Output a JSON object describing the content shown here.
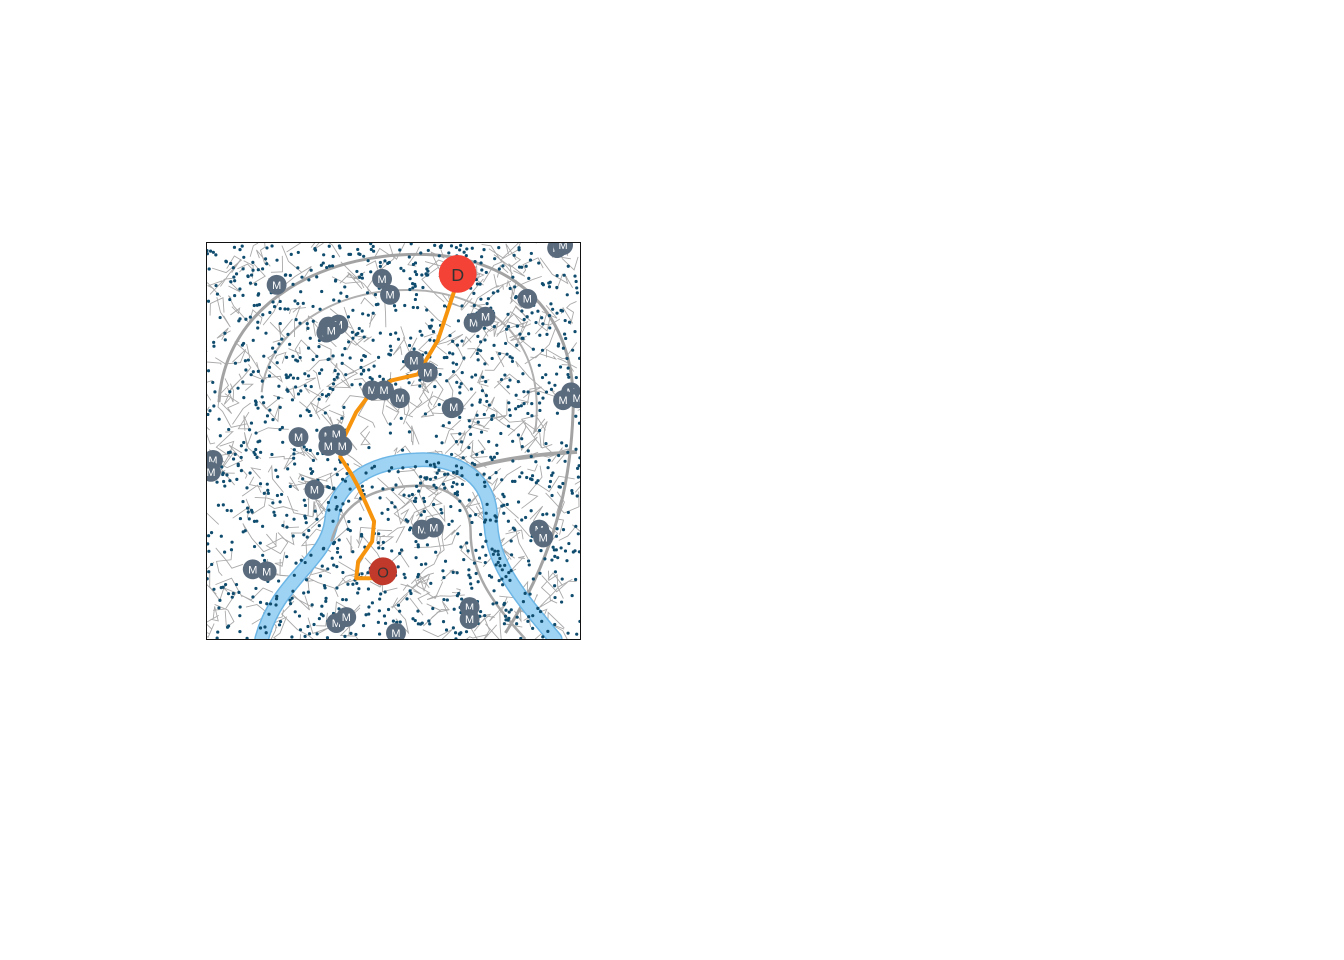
{
  "map": {
    "colors": {
      "road": "#a9a9a9",
      "ring_road": "#9a9a9a",
      "river": "#9fd3f3",
      "river_edge": "#6cb6e6",
      "poi": "#0f4c6e",
      "metro": "#5a6b7d",
      "route": "#f7940e",
      "destination": "#f44336",
      "origin": "#c0392b"
    },
    "origin": {
      "label": "O"
    },
    "destination": {
      "label": "D"
    },
    "metro_label": "M",
    "metro_count": 52
  }
}
